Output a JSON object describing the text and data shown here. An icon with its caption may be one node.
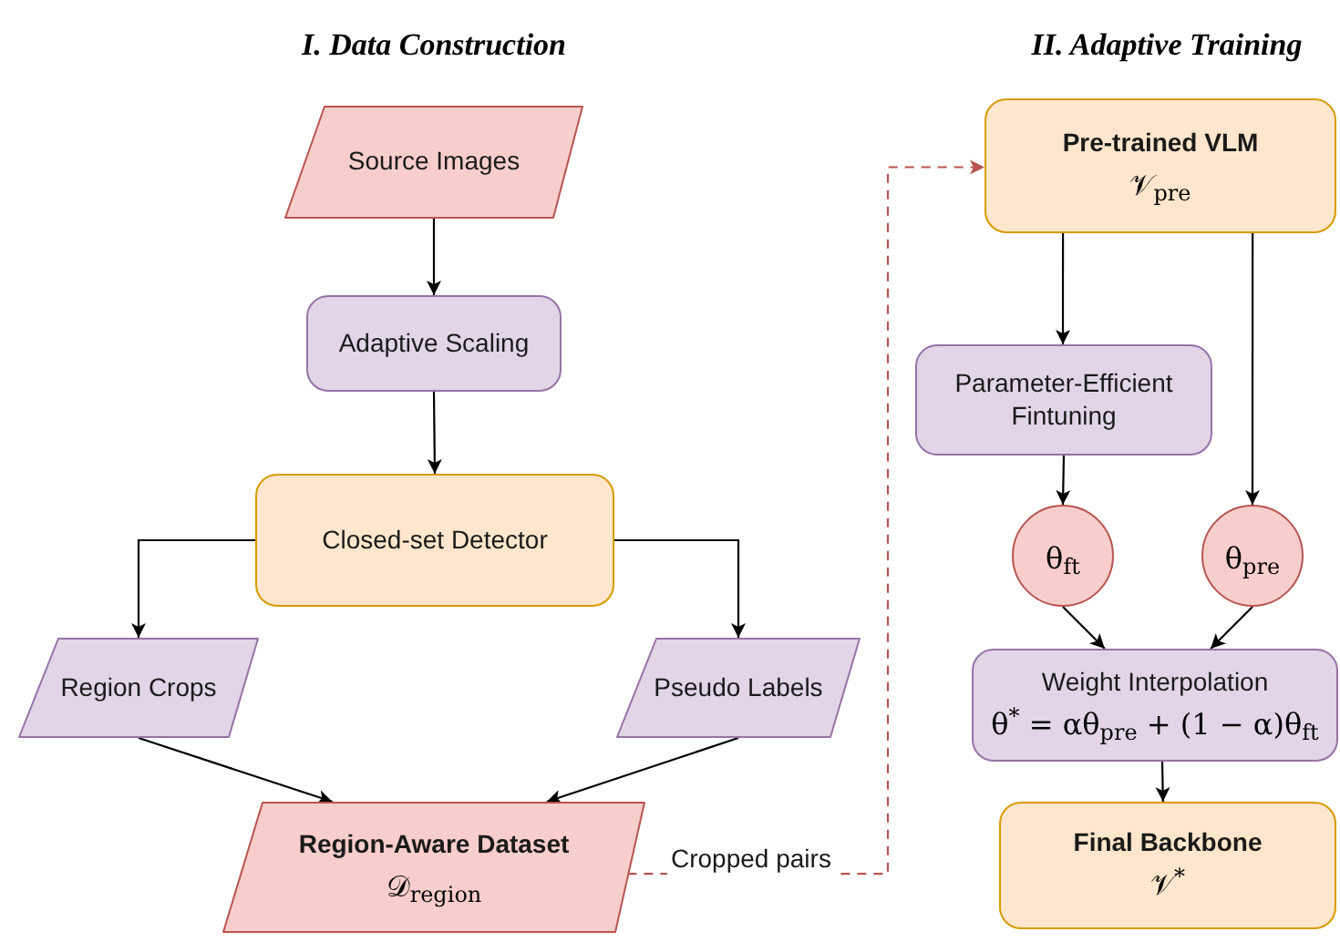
{
  "diagram": {
    "nodes": [
      {
        "text": [
          "Source Images"
        ]
      },
      {
        "text": [
          "Adaptive Scaling"
        ]
      },
      {
        "text": [
          "Closed-set Detector"
        ]
      },
      {
        "text": [
          "Region Crops"
        ]
      },
      {
        "text": [
          "Pseudo Labels"
        ]
      },
      {
        "text": [
          "Region-Aware Dataset",
          "𝒟$_{region}$"
        ]
      },
      {
        "text": [
          "Pre-trained VLM",
          "𝒱$_{pre}$"
        ]
      },
      {
        "text": [
          "Parameter-Efficient Fintuning"
        ]
      },
      {
        "text": [
          "θ$_{ft}$"
        ]
      },
      {
        "text": [
          "θ$_{pre}$"
        ]
      },
      {
        "text": [
          "Weight Interpolation",
          "θ$^{*}$ = αθ$_{pre}$ + (1 − α)θ$_{ft}$"
        ]
      },
      {
        "text": [
          "Final Backbone",
          "𝒱$^{*}$"
        ]
      }
    ],
    "edges": [
      {
        "from": 0,
        "to": 1,
        "arrow": "to"
      },
      {
        "from": 1,
        "to": 2,
        "arrow": "to"
      },
      {
        "from": 2,
        "to": 3,
        "arrow": "to"
      },
      {
        "from": 2,
        "to": 4,
        "arrow": "to"
      },
      {
        "from": 3,
        "to": 5,
        "arrow": "to"
      },
      {
        "from": 4,
        "to": 5,
        "arrow": "to"
      },
      {
        "from": 5,
        "to": 6,
        "arrow": "to",
        "label": "Cropped pairs",
        "style": "dashed",
        "color": "#b85450"
      },
      {
        "from": 6,
        "to": 7,
        "arrow": "to"
      },
      {
        "from": 6,
        "to": 9,
        "arrow": "to"
      },
      {
        "from": 7,
        "to": 8,
        "arrow": "to"
      },
      {
        "from": 8,
        "to": 10,
        "arrow": "to"
      },
      {
        "from": 9,
        "to": 10,
        "arrow": "to"
      },
      {
        "from": 10,
        "to": 11,
        "arrow": "to"
      }
    ],
    "labels": [
      "I. Data Construction",
      "II. Adaptive Training"
    ]
  }
}
